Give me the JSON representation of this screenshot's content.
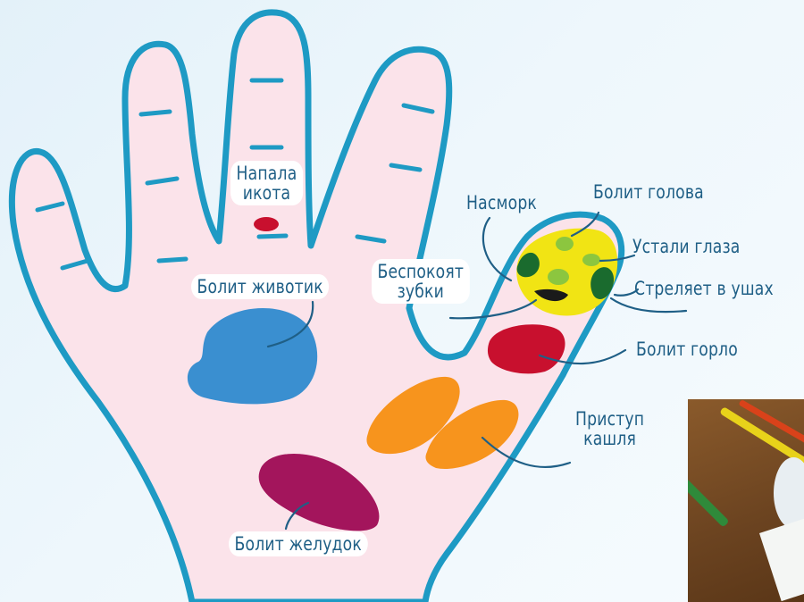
{
  "labels": {
    "hiccup_line1": "Напала",
    "hiccup_line2": "икота",
    "stomach_ache": "Болит животик",
    "runny_nose": "Насморк",
    "headache": "Болит голова",
    "tired_eyes": "Устали глаза",
    "teeth_line1": "Беспокоят",
    "teeth_line2": "зубки",
    "ear_pain": "Стреляет в ушах",
    "sore_throat": "Болит горло",
    "cough_line1": "Приступ",
    "cough_line2": "кашля",
    "gastric_pain": "Болит желудок"
  },
  "colors": {
    "hand_fill": "#fbe3ea",
    "hand_outline": "#1e9ac4",
    "red_spot": "#c8102e",
    "blue_spot": "#3a8fd0",
    "yellow_thumb": "#f1e414",
    "green_spot": "#8cc63f",
    "dark_green_spot": "#1a6b2e",
    "orange_spot": "#f7941d",
    "magenta_spot": "#a3155c",
    "text": "#1f5f86"
  }
}
